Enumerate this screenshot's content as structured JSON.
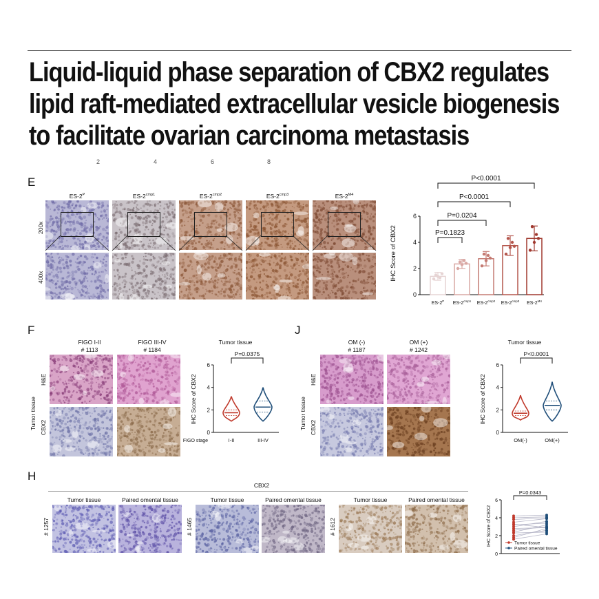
{
  "title_lines": [
    "Liquid-liquid phase separation of CBX2 regulates",
    "lipid raft-mediated extracellular vesicle biogenesis",
    "to facilitate ovarian carcinoma metastasis"
  ],
  "cut_digits": [
    "2",
    "4",
    "6",
    "8"
  ],
  "panel_E": {
    "label": "E",
    "columns": [
      "ES-2P",
      "ES-2cmp1",
      "ES-2cmp2",
      "ES-2cmp3",
      "ES-2M4"
    ],
    "column_base": "ES-2",
    "column_sups": [
      "P",
      "cmp1",
      "cmp2",
      "cmp3",
      "M4"
    ],
    "row_labels": [
      "200x",
      "400x"
    ],
    "image_colors": [
      "#b9b8d6",
      "#c9c3c8",
      "#c59f8a",
      "#c49a80",
      "#b98f7c"
    ]
  },
  "panel_F": {
    "label": "F",
    "col_titles": [
      "FIGO I-II",
      "FIGO III-IV"
    ],
    "col_ids": [
      "# 1113",
      "# 1184"
    ],
    "side_label": "Tumor tissue",
    "row_labels": [
      "H&E",
      "CBX2"
    ],
    "chart_title": "Tumor tissue",
    "xlabel_prefix": "FIGO stage"
  },
  "panel_J": {
    "label": "J",
    "col_titles": [
      "OM (-)",
      "OM (+)"
    ],
    "col_ids": [
      "# 1187",
      "# 1242"
    ],
    "side_label": "Tumor tissue",
    "row_labels": [
      "H&E",
      "CBX2"
    ],
    "chart_title": "Tumor tissue"
  },
  "panel_H": {
    "label": "H",
    "header": "CBX2",
    "col_titles": [
      "Tumor tissue",
      "Paired omental tissue",
      "Tumor tissue",
      "Paired omental tissue",
      "Tumor tissue",
      "Paired omental tissue"
    ],
    "row_ids": [
      "# 1257",
      "# 1465",
      "# 1612"
    ]
  },
  "chart_data": [
    {
      "id": "E",
      "type": "bar",
      "categories": [
        "ES-2P",
        "ES-2cmp1",
        "ES-2cmp2",
        "ES-2cmp3",
        "ES-2M4"
      ],
      "category_base": "ES-2",
      "category_sups": [
        "P",
        "cmp1",
        "cmp2",
        "cmp3",
        "M4"
      ],
      "values": [
        1.4,
        2.35,
        2.75,
        3.75,
        4.3
      ],
      "errors": [
        0.3,
        0.35,
        0.55,
        0.75,
        0.95
      ],
      "points": [
        [
          1.2,
          1.5,
          1.4,
          1.3,
          1.6
        ],
        [
          2.0,
          2.5,
          2.3,
          2.6,
          2.4
        ],
        [
          2.2,
          3.1,
          2.6,
          3.0,
          2.8
        ],
        [
          3.1,
          4.3,
          3.6,
          4.0,
          3.7
        ],
        [
          3.4,
          5.2,
          4.0,
          4.6,
          4.3
        ]
      ],
      "colors": [
        "#e6d4d4",
        "#d9a8a4",
        "#c47a72",
        "#b4564c",
        "#a0392f"
      ],
      "ylabel": "IHC Score of CBX2",
      "ylim": [
        0,
        6
      ],
      "yticks": [
        0,
        2,
        4,
        6
      ],
      "comparisons": [
        {
          "to": 1,
          "label": "P=0.1823"
        },
        {
          "to": 2,
          "label": "P=0.0204"
        },
        {
          "to": 3,
          "label": "P<0.0001"
        },
        {
          "to": 4,
          "label": "P<0.0001"
        }
      ]
    },
    {
      "id": "F",
      "type": "violin",
      "title": "Tumor tissue",
      "categories": [
        "I-II",
        "III-IV"
      ],
      "medians": [
        1.75,
        2.25
      ],
      "quartiles": [
        [
          1.5,
          2.0
        ],
        [
          1.8,
          2.8
        ]
      ],
      "ranges": [
        [
          1.0,
          3.2
        ],
        [
          1.0,
          4.0
        ]
      ],
      "colors": [
        "#c0392b",
        "#1f4e79"
      ],
      "ylabel": "IHC Score of CBX2",
      "xlabel": "FIGO stage",
      "ylim": [
        0,
        6
      ],
      "yticks": [
        0,
        2,
        4,
        6
      ],
      "pvalue": "P=0.0375"
    },
    {
      "id": "J",
      "type": "violin",
      "title": "Tumor tissue",
      "categories": [
        "OM(-)",
        "OM(+)"
      ],
      "medians": [
        1.7,
        2.4
      ],
      "quartiles": [
        [
          1.5,
          1.9
        ],
        [
          2.0,
          2.8
        ]
      ],
      "ranges": [
        [
          1.1,
          3.3
        ],
        [
          1.0,
          4.5
        ]
      ],
      "colors": [
        "#c0392b",
        "#1f4e79"
      ],
      "ylabel": "IHC Score of CBX2",
      "ylim": [
        0,
        6
      ],
      "yticks": [
        0,
        2,
        4,
        6
      ],
      "pvalue": "P<0.0001"
    },
    {
      "id": "H",
      "type": "paired",
      "categories": [
        "Tumor tissue",
        "Paired omental tissue"
      ],
      "pairs": [
        [
          1.6,
          2.2
        ],
        [
          2.0,
          2.6
        ],
        [
          2.3,
          2.4
        ],
        [
          2.6,
          3.0
        ],
        [
          2.8,
          2.9
        ],
        [
          3.0,
          3.6
        ],
        [
          3.2,
          3.4
        ],
        [
          3.5,
          3.9
        ],
        [
          3.8,
          4.0
        ],
        [
          4.2,
          4.3
        ],
        [
          1.8,
          2.8
        ],
        [
          2.4,
          3.2
        ],
        [
          3.3,
          2.9
        ],
        [
          4.0,
          4.1
        ]
      ],
      "colors": [
        "#c0392b",
        "#1f4e79"
      ],
      "ylabel": "IHC Score of CBX2",
      "ylim": [
        0,
        6
      ],
      "yticks": [
        0,
        2,
        4,
        6
      ],
      "pvalue": "P=0.0343",
      "legend": [
        "Tumor tissue",
        "Paired omental tissue"
      ],
      "legend_position": "bottom"
    }
  ]
}
